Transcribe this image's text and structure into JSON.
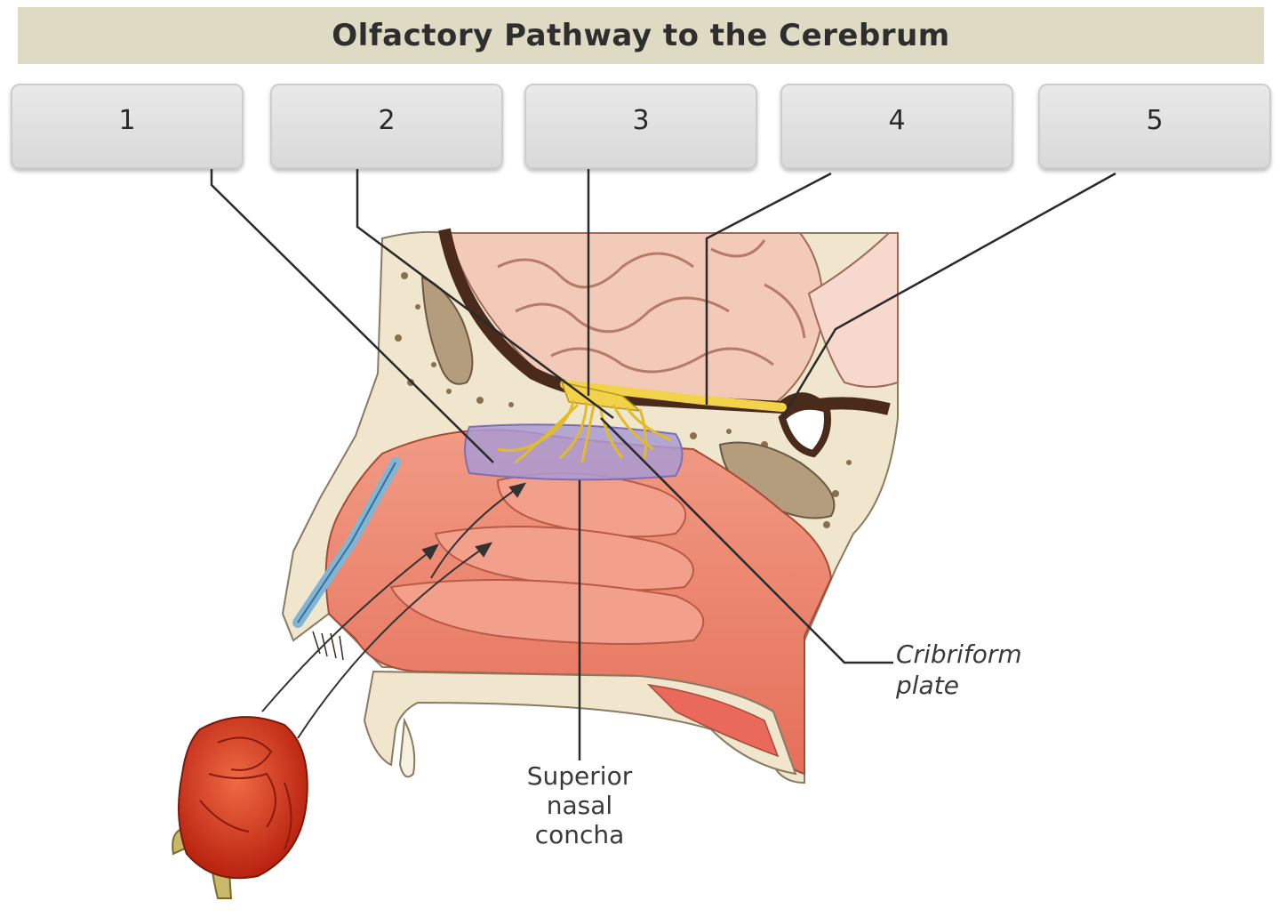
{
  "title": "Olfactory Pathway to the Cerebrum",
  "label_boxes": [
    {
      "text": "1"
    },
    {
      "text": "2"
    },
    {
      "text": "3"
    },
    {
      "text": "4"
    },
    {
      "text": "5"
    }
  ],
  "annotations": {
    "cribriform_line1": "Cribriform",
    "cribriform_line2": "plate",
    "concha_line1": "Superior",
    "concha_line2": "nasal",
    "concha_line3": "concha"
  },
  "colors": {
    "title_background": "#dedac3",
    "label_box": "#e0e0e0",
    "nasal_mucosa": "#e97c66",
    "bone": "#efe6cd",
    "brain": "#f3c9b8",
    "olfactory_nerve": "#f2d24a",
    "olfactory_epithelium": "#a99ad4",
    "rose": "#d8361e"
  }
}
